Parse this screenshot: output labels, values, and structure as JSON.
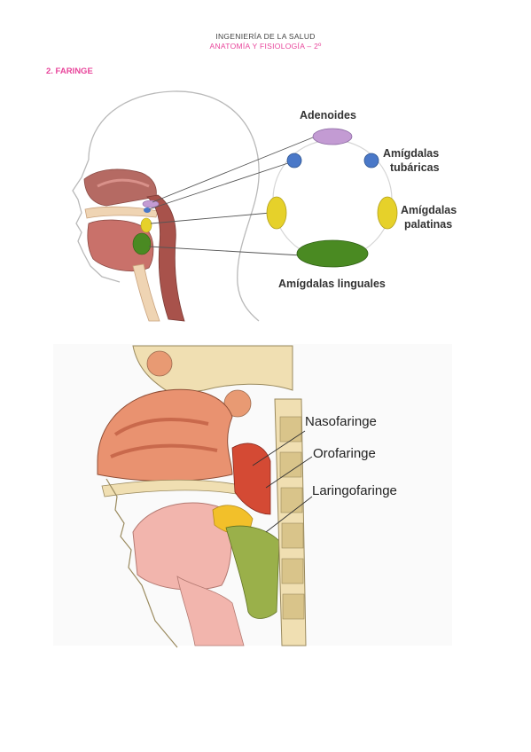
{
  "header": {
    "line1": "INGENIERÍA DE LA SALUD",
    "line2": "ANATOMÍA Y FISIOLOGÍA – 2º"
  },
  "section": {
    "title": "2. FARINGE"
  },
  "figure1": {
    "labels": {
      "adenoides": "Adenoides",
      "tubaricas_1": "Amígdalas",
      "tubaricas_2": "tubáricas",
      "palatinas_1": "Amígdalas",
      "palatinas_2": "palatinas",
      "linguales": "Amígdalas linguales"
    }
  },
  "figure2": {
    "labels": {
      "nasofaringe": "Nasofaringe",
      "orofaringe": "Orofaringe",
      "laringofaringe": "Laringofaringe"
    }
  },
  "colors": {
    "accent": "#e8459b",
    "adenoides": "#c39bd3",
    "tubaricas": "#4a78c8",
    "palatinas": "#e6d12a",
    "linguales": "#4a8a22"
  }
}
